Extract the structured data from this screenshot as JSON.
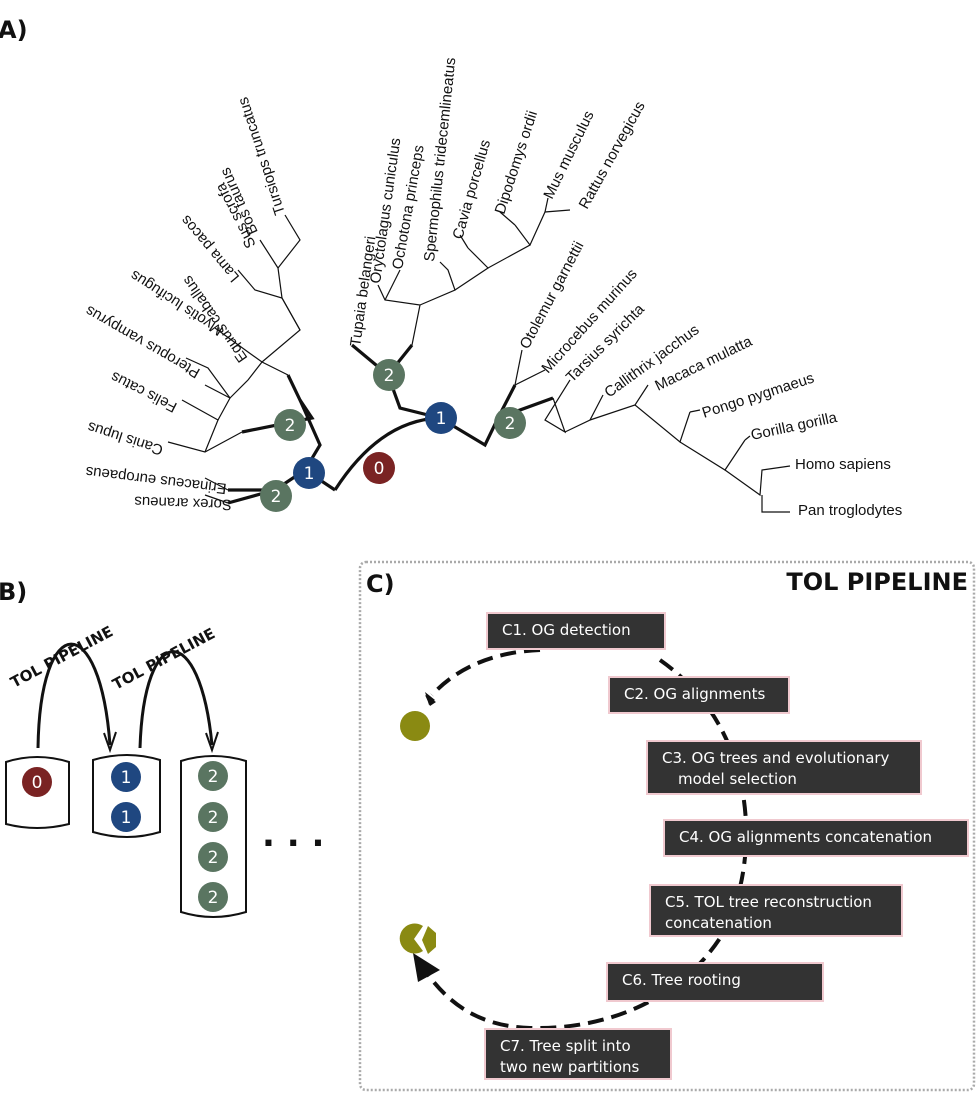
{
  "panels": {
    "a": "A)",
    "b": "B)",
    "c": "C)"
  },
  "pipeline_title": "TOL PIPELINE",
  "arc_labels": [
    "TOL PIPELINE",
    "TOL PIPELINE"
  ],
  "ellipsis": ". . .",
  "colors": {
    "level0": "#7a2323",
    "level1": "#1f4780",
    "level2": "#5a7561",
    "olive": "#8a8a12",
    "box": "#333333",
    "box_border": "#f0c9cf"
  },
  "levels": {
    "l0": "0",
    "l1": "1",
    "l2": "2"
  },
  "tree_badges": [
    "0",
    "1",
    "1",
    "2",
    "2",
    "2",
    "2"
  ],
  "bins": [
    [
      "0"
    ],
    [
      "1",
      "1"
    ],
    [
      "2",
      "2",
      "2",
      "2"
    ]
  ],
  "species": {
    "left": [
      "Sorex araneus",
      "Erinaceus europaeus",
      "Canis lupus",
      "Felis catus",
      "Pteropus vampyrus",
      "Myotis lucifugus",
      "Equus caballus",
      "Lama pacos",
      "Sus scrofa",
      "Bos taurus",
      "Tursiops truncatus"
    ],
    "middle": [
      "Tupaia belangeri",
      "Oryctolagus cuniculus",
      "Ochotona princeps",
      "Spermophilus tridecemlineatus",
      "Cavia porcellus",
      "Dipodomys ordii",
      "Mus musculus",
      "Rattus norvegicus"
    ],
    "right": [
      "Otolemur garnettii",
      "Microcebus murinus",
      "Tarsius syrichta",
      "Callithrix jacchus",
      "Macaca mulatta",
      "Pongo pygmaeus",
      "Gorilla gorilla",
      "Homo sapiens",
      "Pan troglodytes"
    ]
  },
  "steps": [
    {
      "l1": "C1. OG detection",
      "l2": ""
    },
    {
      "l1": "C2. OG alignments",
      "l2": ""
    },
    {
      "l1": "C3. OG trees and evolutionary",
      "l2": "model selection"
    },
    {
      "l1": "C4. OG alignments concatenation",
      "l2": ""
    },
    {
      "l1": "C5. TOL tree reconstruction",
      "l2": "concatenation"
    },
    {
      "l1": "C6. Tree rooting",
      "l2": ""
    },
    {
      "l1": "C7. Tree split into",
      "l2": "two new partitions"
    }
  ]
}
